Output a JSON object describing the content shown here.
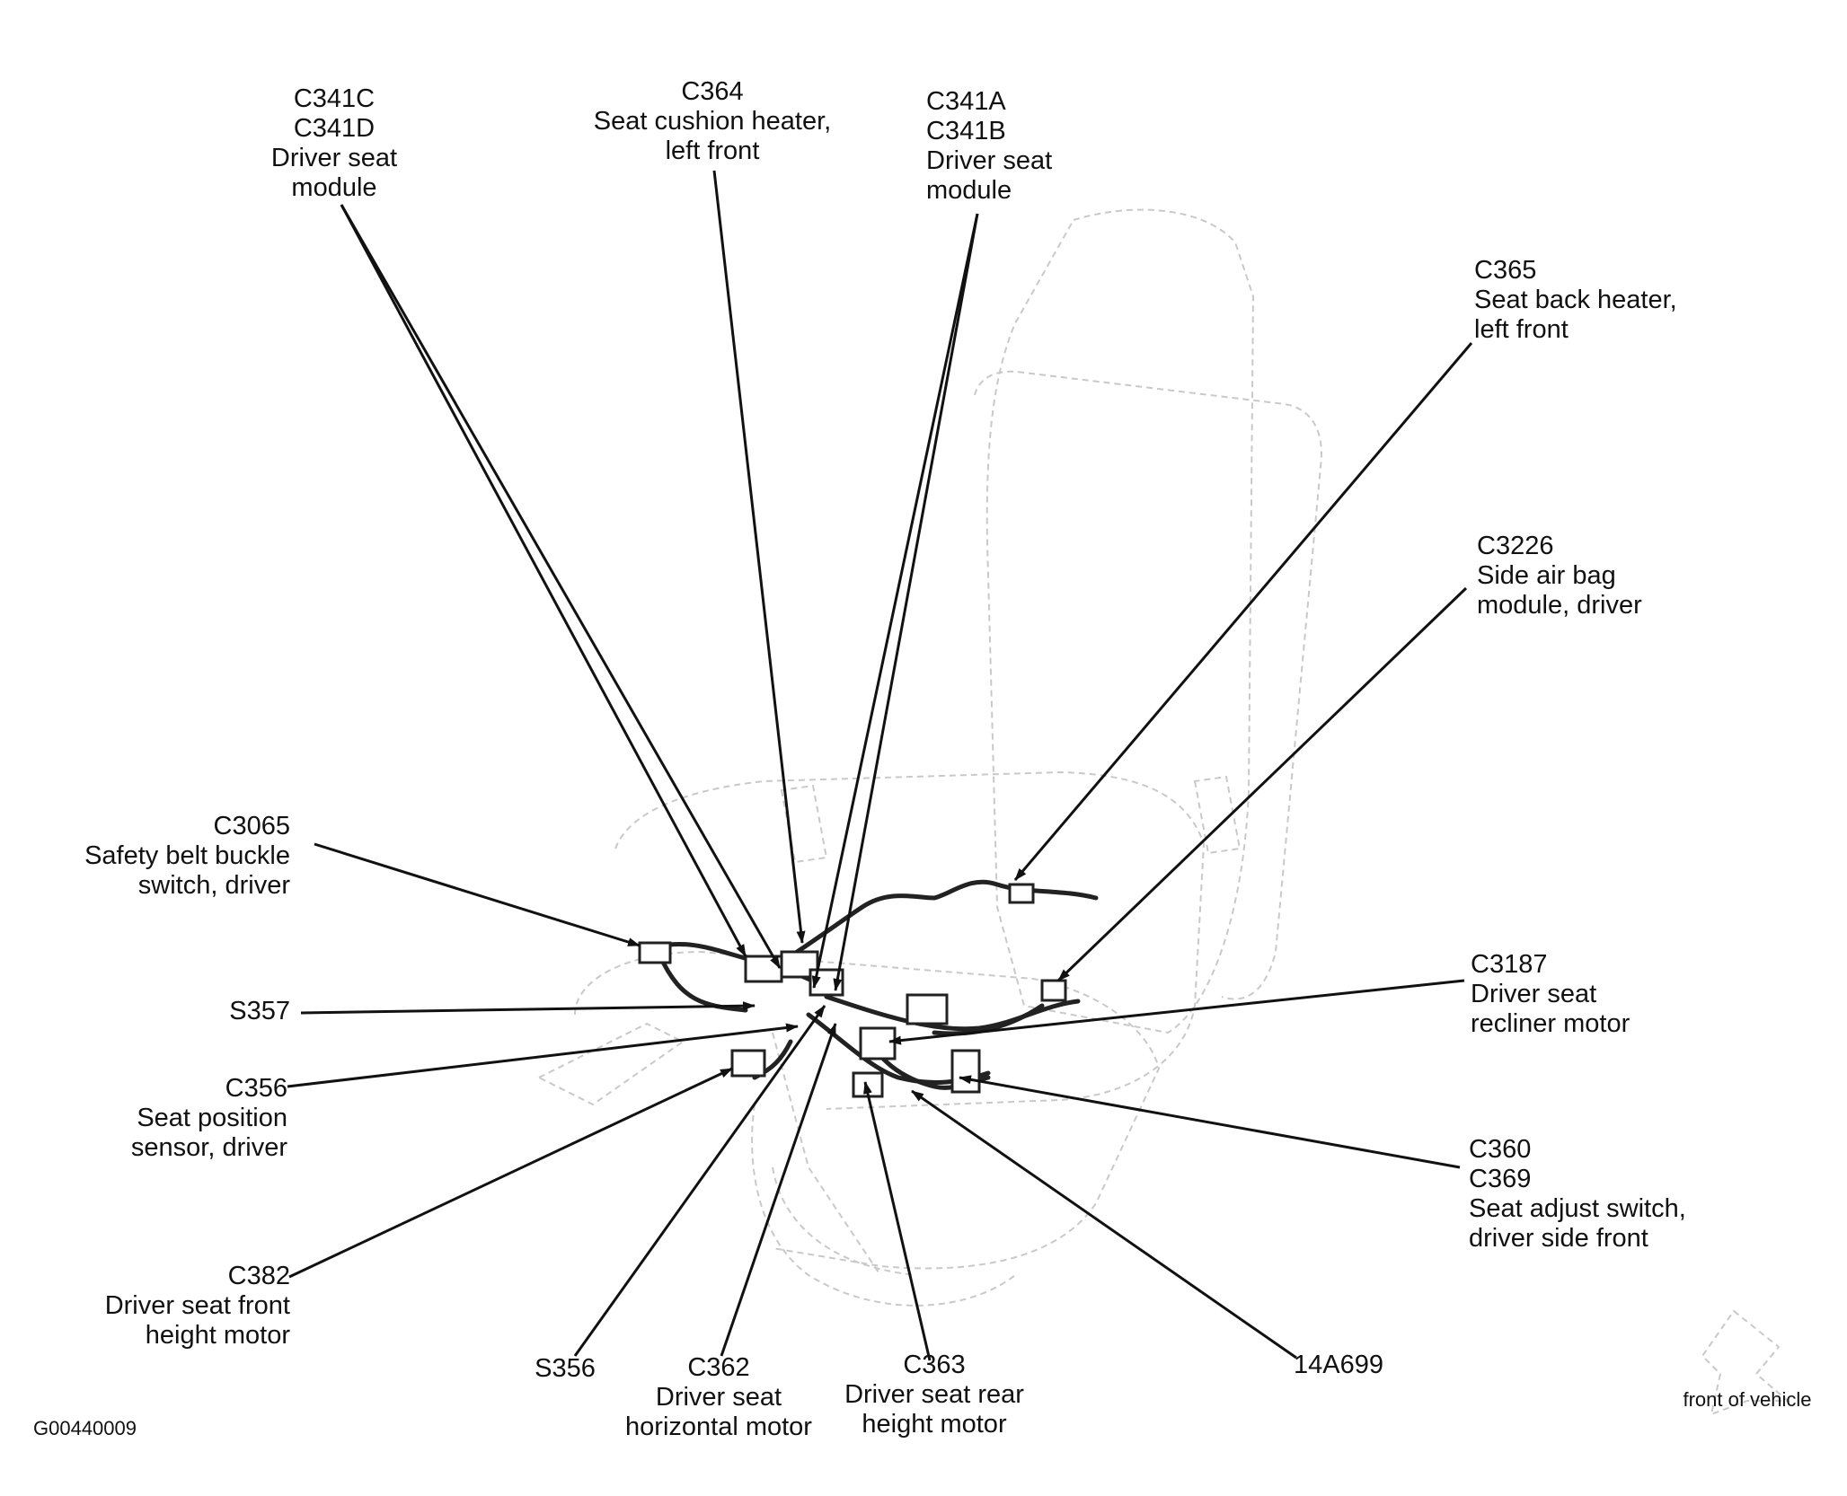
{
  "figure_id": "G00440009",
  "orientation_label": "front of vehicle",
  "callouts": [
    {
      "id": "c341cd",
      "lines": [
        "C341C",
        "C341D",
        "Driver seat",
        "module"
      ]
    },
    {
      "id": "c364",
      "lines": [
        "C364",
        "Seat cushion heater,",
        "left front"
      ]
    },
    {
      "id": "c341ab",
      "lines": [
        "C341A",
        "C341B",
        "Driver seat",
        "module"
      ]
    },
    {
      "id": "c365",
      "lines": [
        "C365",
        "Seat back heater,",
        "left front"
      ]
    },
    {
      "id": "c3226",
      "lines": [
        "C3226",
        "Side air bag",
        "module, driver"
      ]
    },
    {
      "id": "c3065",
      "lines": [
        "C3065",
        "Safety belt buckle",
        "switch, driver"
      ]
    },
    {
      "id": "s357",
      "lines": [
        "S357"
      ]
    },
    {
      "id": "c3187",
      "lines": [
        "C3187",
        "Driver seat",
        "recliner motor"
      ]
    },
    {
      "id": "c356",
      "lines": [
        "C356",
        "Seat position",
        "sensor, driver"
      ]
    },
    {
      "id": "c360",
      "lines": [
        "C360",
        "C369",
        "Seat adjust switch,",
        "driver side front"
      ]
    },
    {
      "id": "c382",
      "lines": [
        "C382",
        "Driver seat front",
        "height motor"
      ]
    },
    {
      "id": "s356",
      "lines": [
        "S356"
      ]
    },
    {
      "id": "c362",
      "lines": [
        "C362",
        "Driver seat",
        "horizontal motor"
      ]
    },
    {
      "id": "c363",
      "lines": [
        "C363",
        "Driver seat rear",
        "height motor"
      ]
    },
    {
      "id": "14a699",
      "lines": [
        "14A699"
      ]
    }
  ]
}
